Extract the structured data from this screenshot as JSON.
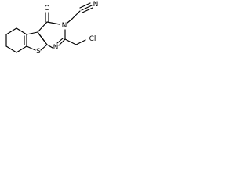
{
  "structure": {
    "atoms": {
      "O": "O",
      "N_nitrile": "N",
      "N3": "N",
      "N1": "N",
      "S": "S",
      "Cl": "Cl"
    },
    "bond_color": "#000000",
    "label_color": "#000000",
    "background": "#ffffff"
  }
}
